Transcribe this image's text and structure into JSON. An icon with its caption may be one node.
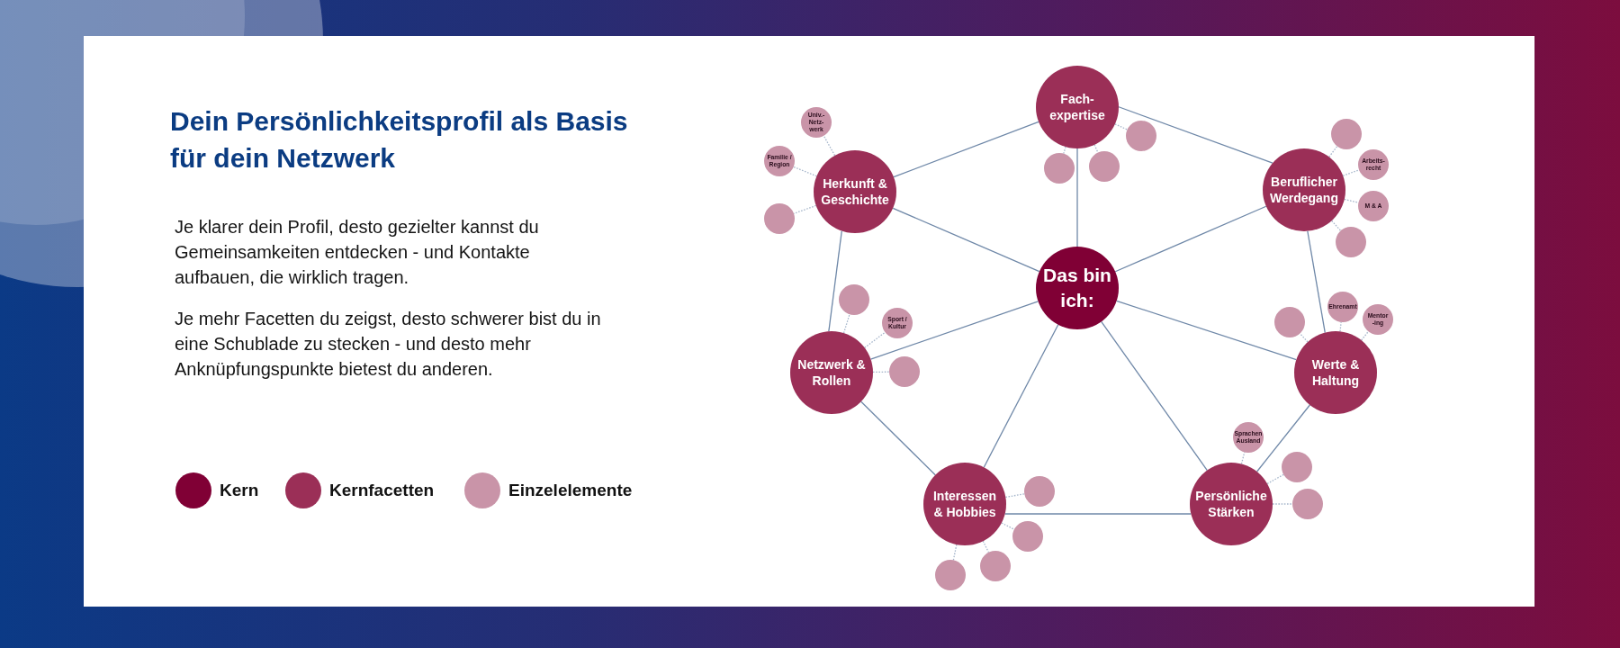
{
  "diagram": {
    "title": "Dein Persönlichkeitsprofil als Basis für dein Netzwerk",
    "nodes": [
      {
        "text": [
          "Das bin ich:"
        ]
      },
      {
        "text": [
          "Fach- expertise"
        ]
      },
      {
        "text": [
          "Beruflicher Werdegang"
        ]
      },
      {
        "text": [
          "Werte & Haltung"
        ]
      },
      {
        "text": [
          "Persönliche Stärken"
        ]
      },
      {
        "text": [
          "Interessen & Hobbies"
        ]
      },
      {
        "text": [
          "Netzwerk & Rollen"
        ]
      },
      {
        "text": [
          "Herkunft & Geschichte"
        ]
      },
      {
        "text": [],
        "shape": "circle"
      },
      {
        "text": [],
        "shape": "circle"
      },
      {
        "text": [],
        "shape": "circle"
      },
      {
        "text": [],
        "shape": "circle"
      },
      {
        "text": [
          "Arbeits- recht"
        ]
      },
      {
        "text": [
          "M & A"
        ]
      },
      {
        "text": [],
        "shape": "circle"
      },
      {
        "text": [],
        "shape": "circle"
      },
      {
        "text": [
          "Ehrenamt"
        ]
      },
      {
        "text": [
          "Mentor -ing"
        ]
      },
      {
        "text": [
          "Sprachen Ausland"
        ]
      },
      {
        "text": [],
        "shape": "circle"
      },
      {
        "text": [],
        "shape": "circle"
      },
      {
        "text": [],
        "shape": "circle"
      },
      {
        "text": [],
        "shape": "circle"
      },
      {
        "text": [],
        "shape": "circle"
      },
      {
        "text": [],
        "shape": "circle"
      },
      {
        "text": [],
        "shape": "circle"
      },
      {
        "text": [
          "Sport / Kultur"
        ]
      },
      {
        "text": [],
        "shape": "circle"
      },
      {
        "text": [
          "Univ.- Netz- werk"
        ]
      },
      {
        "text": [
          "Familie / Region"
        ]
      },
      {
        "text": [],
        "shape": "circle"
      }
    ],
    "edges": [
      {
        "from": 0,
        "to": 1,
        "arrow": "none",
        "color": "#6f88a8"
      },
      {
        "from": 0,
        "to": 2,
        "arrow": "none",
        "color": "#6f88a8"
      },
      {
        "from": 0,
        "to": 3,
        "arrow": "none",
        "color": "#6f88a8"
      },
      {
        "from": 0,
        "to": 4,
        "arrow": "none",
        "color": "#6f88a8"
      },
      {
        "from": 0,
        "to": 5,
        "arrow": "none",
        "color": "#6f88a8"
      },
      {
        "from": 0,
        "to": 6,
        "arrow": "none",
        "color": "#6f88a8"
      },
      {
        "from": 0,
        "to": 7,
        "arrow": "none",
        "color": "#6f88a8"
      },
      {
        "from": 1,
        "to": 2,
        "arrow": "none",
        "color": "#6f88a8"
      },
      {
        "from": 2,
        "to": 3,
        "arrow": "none",
        "color": "#6f88a8"
      },
      {
        "from": 3,
        "to": 4,
        "arrow": "none",
        "color": "#6f88a8"
      },
      {
        "from": 4,
        "to": 5,
        "arrow": "none",
        "color": "#6f88a8"
      },
      {
        "from": 5,
        "to": 6,
        "arrow": "none",
        "color": "#6f88a8"
      },
      {
        "from": 6,
        "to": 7,
        "arrow": "none",
        "color": "#6f88a8"
      },
      {
        "from": 7,
        "to": 1,
        "arrow": "none",
        "color": "#6f88a8"
      },
      {
        "from": 1,
        "to": 8,
        "arrow": "none",
        "style": "dashed"
      },
      {
        "from": 1,
        "to": 9,
        "arrow": "none",
        "style": "dashed"
      },
      {
        "from": 1,
        "to": 10,
        "arrow": "none",
        "style": "dashed"
      },
      {
        "from": 2,
        "to": 11,
        "arrow": "none",
        "style": "dashed"
      },
      {
        "from": 2,
        "to": 12,
        "arrow": "none",
        "style": "dashed"
      },
      {
        "from": 2,
        "to": 13,
        "arrow": "none",
        "style": "dashed"
      },
      {
        "from": 2,
        "to": 14,
        "arrow": "none",
        "style": "dashed"
      },
      {
        "from": 3,
        "to": 15,
        "arrow": "none",
        "style": "dashed"
      },
      {
        "from": 3,
        "to": 16,
        "arrow": "none",
        "style": "dashed"
      },
      {
        "from": 3,
        "to": 17,
        "arrow": "none",
        "style": "dashed"
      },
      {
        "from": 4,
        "to": 18,
        "arrow": "none",
        "style": "dashed"
      },
      {
        "from": 4,
        "to": 19,
        "arrow": "none",
        "style": "dashed"
      },
      {
        "from": 4,
        "to": 20,
        "arrow": "none",
        "style": "dashed"
      },
      {
        "from": 5,
        "to": 21,
        "arrow": "none",
        "style": "dashed"
      },
      {
        "from": 5,
        "to": 22,
        "arrow": "none",
        "style": "dashed"
      },
      {
        "from": 5,
        "to": 23,
        "arrow": "none",
        "style": "dashed"
      },
      {
        "from": 5,
        "to": 24,
        "arrow": "none",
        "style": "dashed"
      },
      {
        "from": 6,
        "to": 25,
        "arrow": "none",
        "style": "dashed"
      },
      {
        "from": 6,
        "to": 26,
        "arrow": "none",
        "style": "dashed"
      },
      {
        "from": 6,
        "to": 27,
        "arrow": "none",
        "style": "dashed"
      },
      {
        "from": 7,
        "to": 28,
        "arrow": "none",
        "style": "dashed"
      },
      {
        "from": 7,
        "to": 29,
        "arrow": "none",
        "style": "dashed"
      },
      {
        "from": 7,
        "to": 30,
        "arrow": "none",
        "style": "dashed"
      }
    ],
    "labels": [
      "Je klarer dein Profil, desto gezielter kannst du Gemeinsamkeiten entdecken - und Kontakte aufbauen, die wirklich tragen.",
      "Je mehr Facetten du zeigst, desto schwerer bist du in eine Schublade zu stecken - und desto mehr Anknüpfungspunkte bietest du anderen."
    ],
    "legend": [
      {
        "text": "Kern",
        "color": "#800035"
      },
      {
        "text": "Kernfacetten",
        "color": "#9b2f57"
      },
      {
        "text": "Einzelelemente",
        "color": "#c994a8"
      }
    ]
  }
}
